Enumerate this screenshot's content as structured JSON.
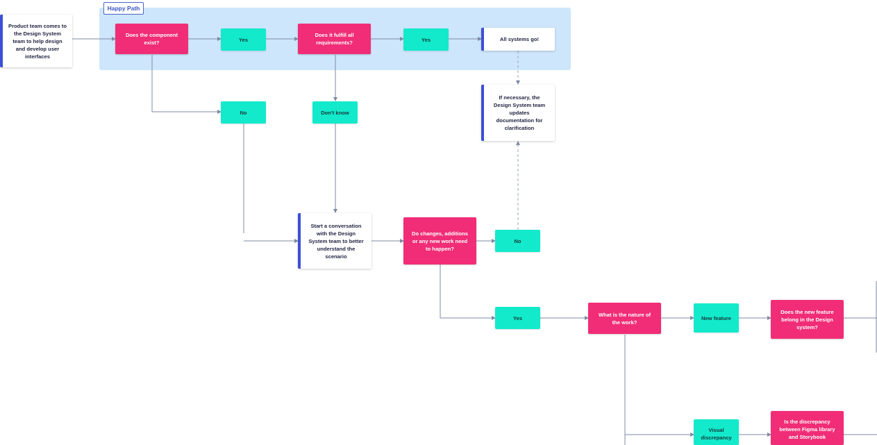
{
  "diagram": {
    "happy_path_label": "Happy Path",
    "nodes": {
      "start": "Product team comes to the Design System team to help design and develop user interfaces",
      "component_exists": "Does the component exist?",
      "yes_1": "Yes",
      "fulfill_requirements": "Does it fulfill all requirements?",
      "yes_2": "Yes",
      "all_systems_go": "All systems go!",
      "update_docs": "If necessary, the Design System team updates documentation for clarification",
      "no_1": "No",
      "dont_know": "Don't know",
      "start_conversation": "Start a conversation with the Design System team to better understand the scenario",
      "changes_needed": "Do changes, additions or any new work need to happen?",
      "no_2": "No",
      "yes_3": "Yes",
      "nature_of_work": "What is the nature of the work?",
      "new_feature": "New feature",
      "feature_belongs": "Does the new feature belong in the Design system?",
      "visual_discrepancy": "Visual discrepancy",
      "discrepancy_question": "Is the discrepancy between Figma library and Storybook"
    },
    "colors": {
      "decision": "#f12d77",
      "answer": "#12eacb",
      "note_accent": "#3d4fd6",
      "happy_path_bg": "#cde6fb",
      "connector": "#7d8aa3"
    }
  }
}
